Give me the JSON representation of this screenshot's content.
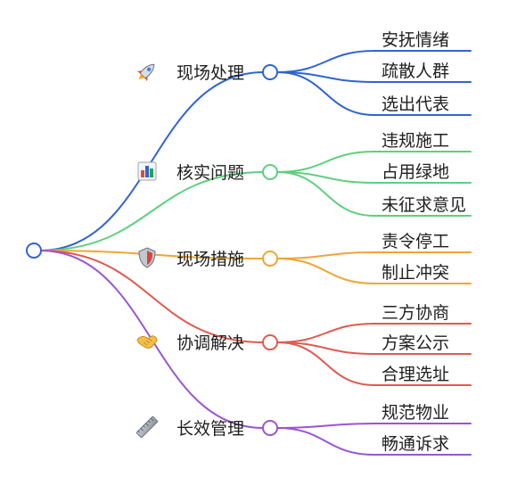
{
  "mindmap": {
    "root": {
      "label": "",
      "color": "#2f63d6"
    },
    "branches": [
      {
        "id": "b1",
        "label": "现场处理",
        "icon": "rocket-icon",
        "color": "#2f63d6",
        "children": [
          "安抚情绪",
          "疏散人群",
          "选出代表"
        ]
      },
      {
        "id": "b2",
        "label": "核实问题",
        "icon": "bar-chart-icon",
        "color": "#5fcf7e",
        "children": [
          "违规施工",
          "占用绿地",
          "未征求意见"
        ]
      },
      {
        "id": "b3",
        "label": "现场措施",
        "icon": "shield-icon",
        "color": "#f0a535",
        "children": [
          "责令停工",
          "制止冲突"
        ]
      },
      {
        "id": "b4",
        "label": "协调解决",
        "icon": "handshake-icon",
        "color": "#e05a50",
        "children": [
          "三方协商",
          "方案公示",
          "合理选址"
        ]
      },
      {
        "id": "b5",
        "label": "长效管理",
        "icon": "ruler-icon",
        "color": "#9a55d0",
        "children": [
          "规范物业",
          "畅通诉求"
        ]
      }
    ]
  }
}
